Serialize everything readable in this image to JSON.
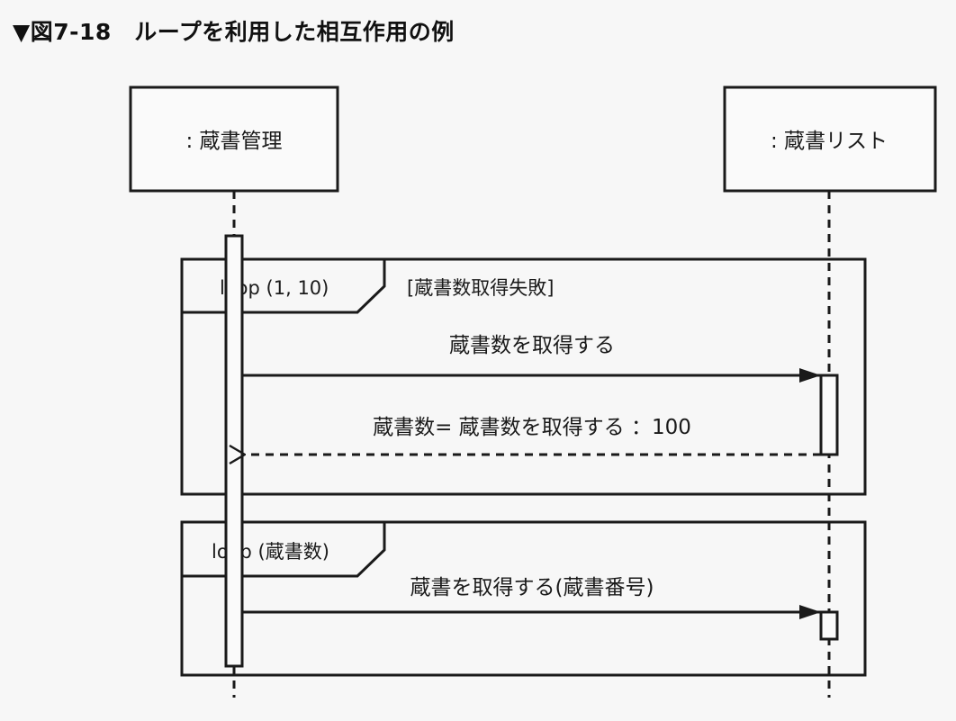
{
  "figure": {
    "title": "▼図7-18　ループを利用した相互作用の例"
  },
  "lifelines": [
    {
      "label": ": 蔵書管理"
    },
    {
      "label": ": 蔵書リスト"
    }
  ],
  "fragments": [
    {
      "operator": "loop (1, 10)",
      "guard": "[蔵書数取得失敗]"
    },
    {
      "operator": "loop (蔵書数)",
      "guard": ""
    }
  ],
  "messages": [
    {
      "label": "蔵書数を取得する",
      "kind": "synchronous"
    },
    {
      "label": "蔵書数= 蔵書数を取得する ：100",
      "kind": "reply"
    },
    {
      "label": "蔵書を取得する(蔵書番号)",
      "kind": "synchronous"
    }
  ]
}
